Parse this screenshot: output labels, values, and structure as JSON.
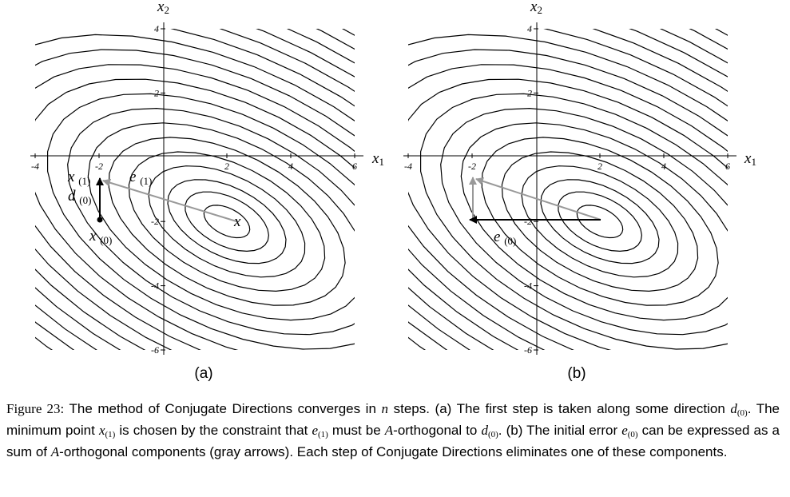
{
  "panels": [
    {
      "id": "a",
      "label": "(a)",
      "x_axis_label": "x1",
      "y_axis_label": "x2",
      "x_ticks": [
        "-4",
        "-2",
        "2",
        "4",
        "6"
      ],
      "y_ticks": [
        "4",
        "2",
        "-2",
        "-4",
        "-6"
      ],
      "annotations": {
        "x1_label": "x(1)",
        "d0_label": "d(0)",
        "x0_label": "x(0)",
        "e1_label": "e(1)",
        "x_label": "x"
      },
      "points": {
        "x0": [
          -2,
          -2
        ],
        "x1": [
          -2,
          -0.75
        ],
        "x": [
          2,
          -2
        ]
      }
    },
    {
      "id": "b",
      "label": "(b)",
      "x_axis_label": "x1",
      "y_axis_label": "x2",
      "x_ticks": [
        "-4",
        "-2",
        "2",
        "4",
        "6"
      ],
      "y_ticks": [
        "4",
        "2",
        "-2",
        "-4",
        "-6"
      ],
      "annotations": {
        "e0_label": "e(0)"
      },
      "points": {
        "x": [
          2,
          -2
        ],
        "corner": [
          -2,
          -2
        ],
        "x1": [
          -2,
          -0.75
        ]
      }
    }
  ],
  "axis_range": {
    "x": [
      -4,
      6
    ],
    "y": [
      -6,
      4
    ]
  },
  "contour_center": [
    2,
    -2
  ],
  "caption": {
    "lead": "Figure 23:",
    "t1": "The method of Conjugate Directions converges in",
    "n": "n",
    "t2": "steps. (a) The first step is taken along some direction",
    "d": "d",
    "d_sub": "(0)",
    "t3": ". The minimum point",
    "x": "x",
    "x_sub": "(1)",
    "t4": "is chosen by the constraint that",
    "e": "e",
    "e_sub": "(1)",
    "t5": "must be",
    "A": "A",
    "t6": "-orthogonal to",
    "d2": "d",
    "d2_sub": "(0)",
    "t7": ". (b) The initial error",
    "e0": "e",
    "e0_sub": "(0)",
    "t8": "can be expressed as a sum of",
    "A2": "A",
    "t9": "-orthogonal components (gray arrows). Each step of Conjugate Directions eliminates one of these components."
  },
  "colors": {
    "contour": "#000000",
    "gray_arrow": "#999999",
    "black_arrow": "#000000"
  }
}
